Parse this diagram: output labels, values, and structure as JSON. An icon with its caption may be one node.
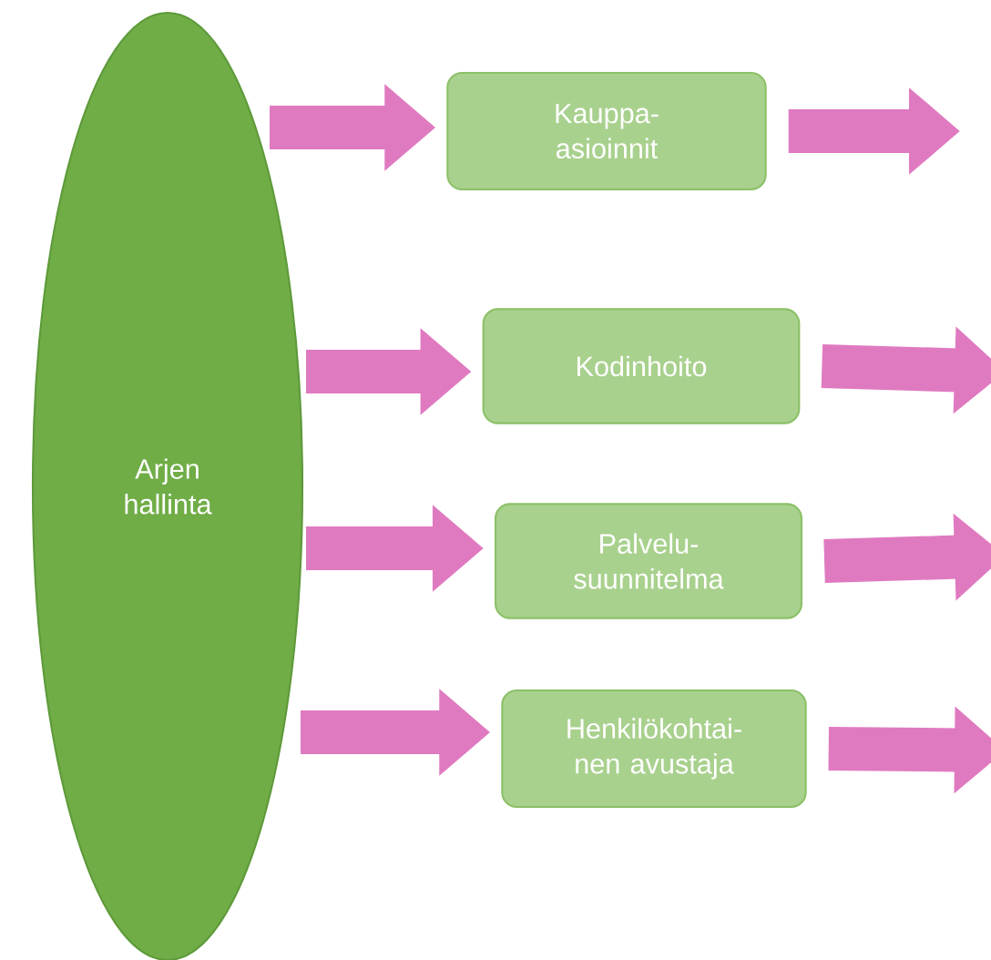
{
  "diagram": {
    "nodes": [
      {
        "text": [
          "Arjen hallinta"
        ]
      },
      {
        "text": [
          "Kauppa- asioinnit"
        ]
      },
      {
        "text": [
          "Kodinhoito"
        ]
      },
      {
        "text": [
          "Palvelu- suunnitelma"
        ]
      },
      {
        "text": [
          "Henkilökohtai- nen avustaja"
        ]
      }
    ],
    "edges": [
      {
        "from": 0,
        "to": 1,
        "arrow": "to"
      },
      {
        "from": 0,
        "to": 2,
        "arrow": "to"
      },
      {
        "from": 0,
        "to": 3,
        "arrow": "to"
      },
      {
        "from": 0,
        "to": 4,
        "arrow": "to"
      },
      {
        "from": 1,
        "to": null,
        "arrow": "to"
      },
      {
        "from": 2,
        "to": null,
        "arrow": "to"
      },
      {
        "from": 3,
        "to": null,
        "arrow": "to"
      },
      {
        "from": 4,
        "to": null,
        "arrow": "to"
      }
    ]
  }
}
